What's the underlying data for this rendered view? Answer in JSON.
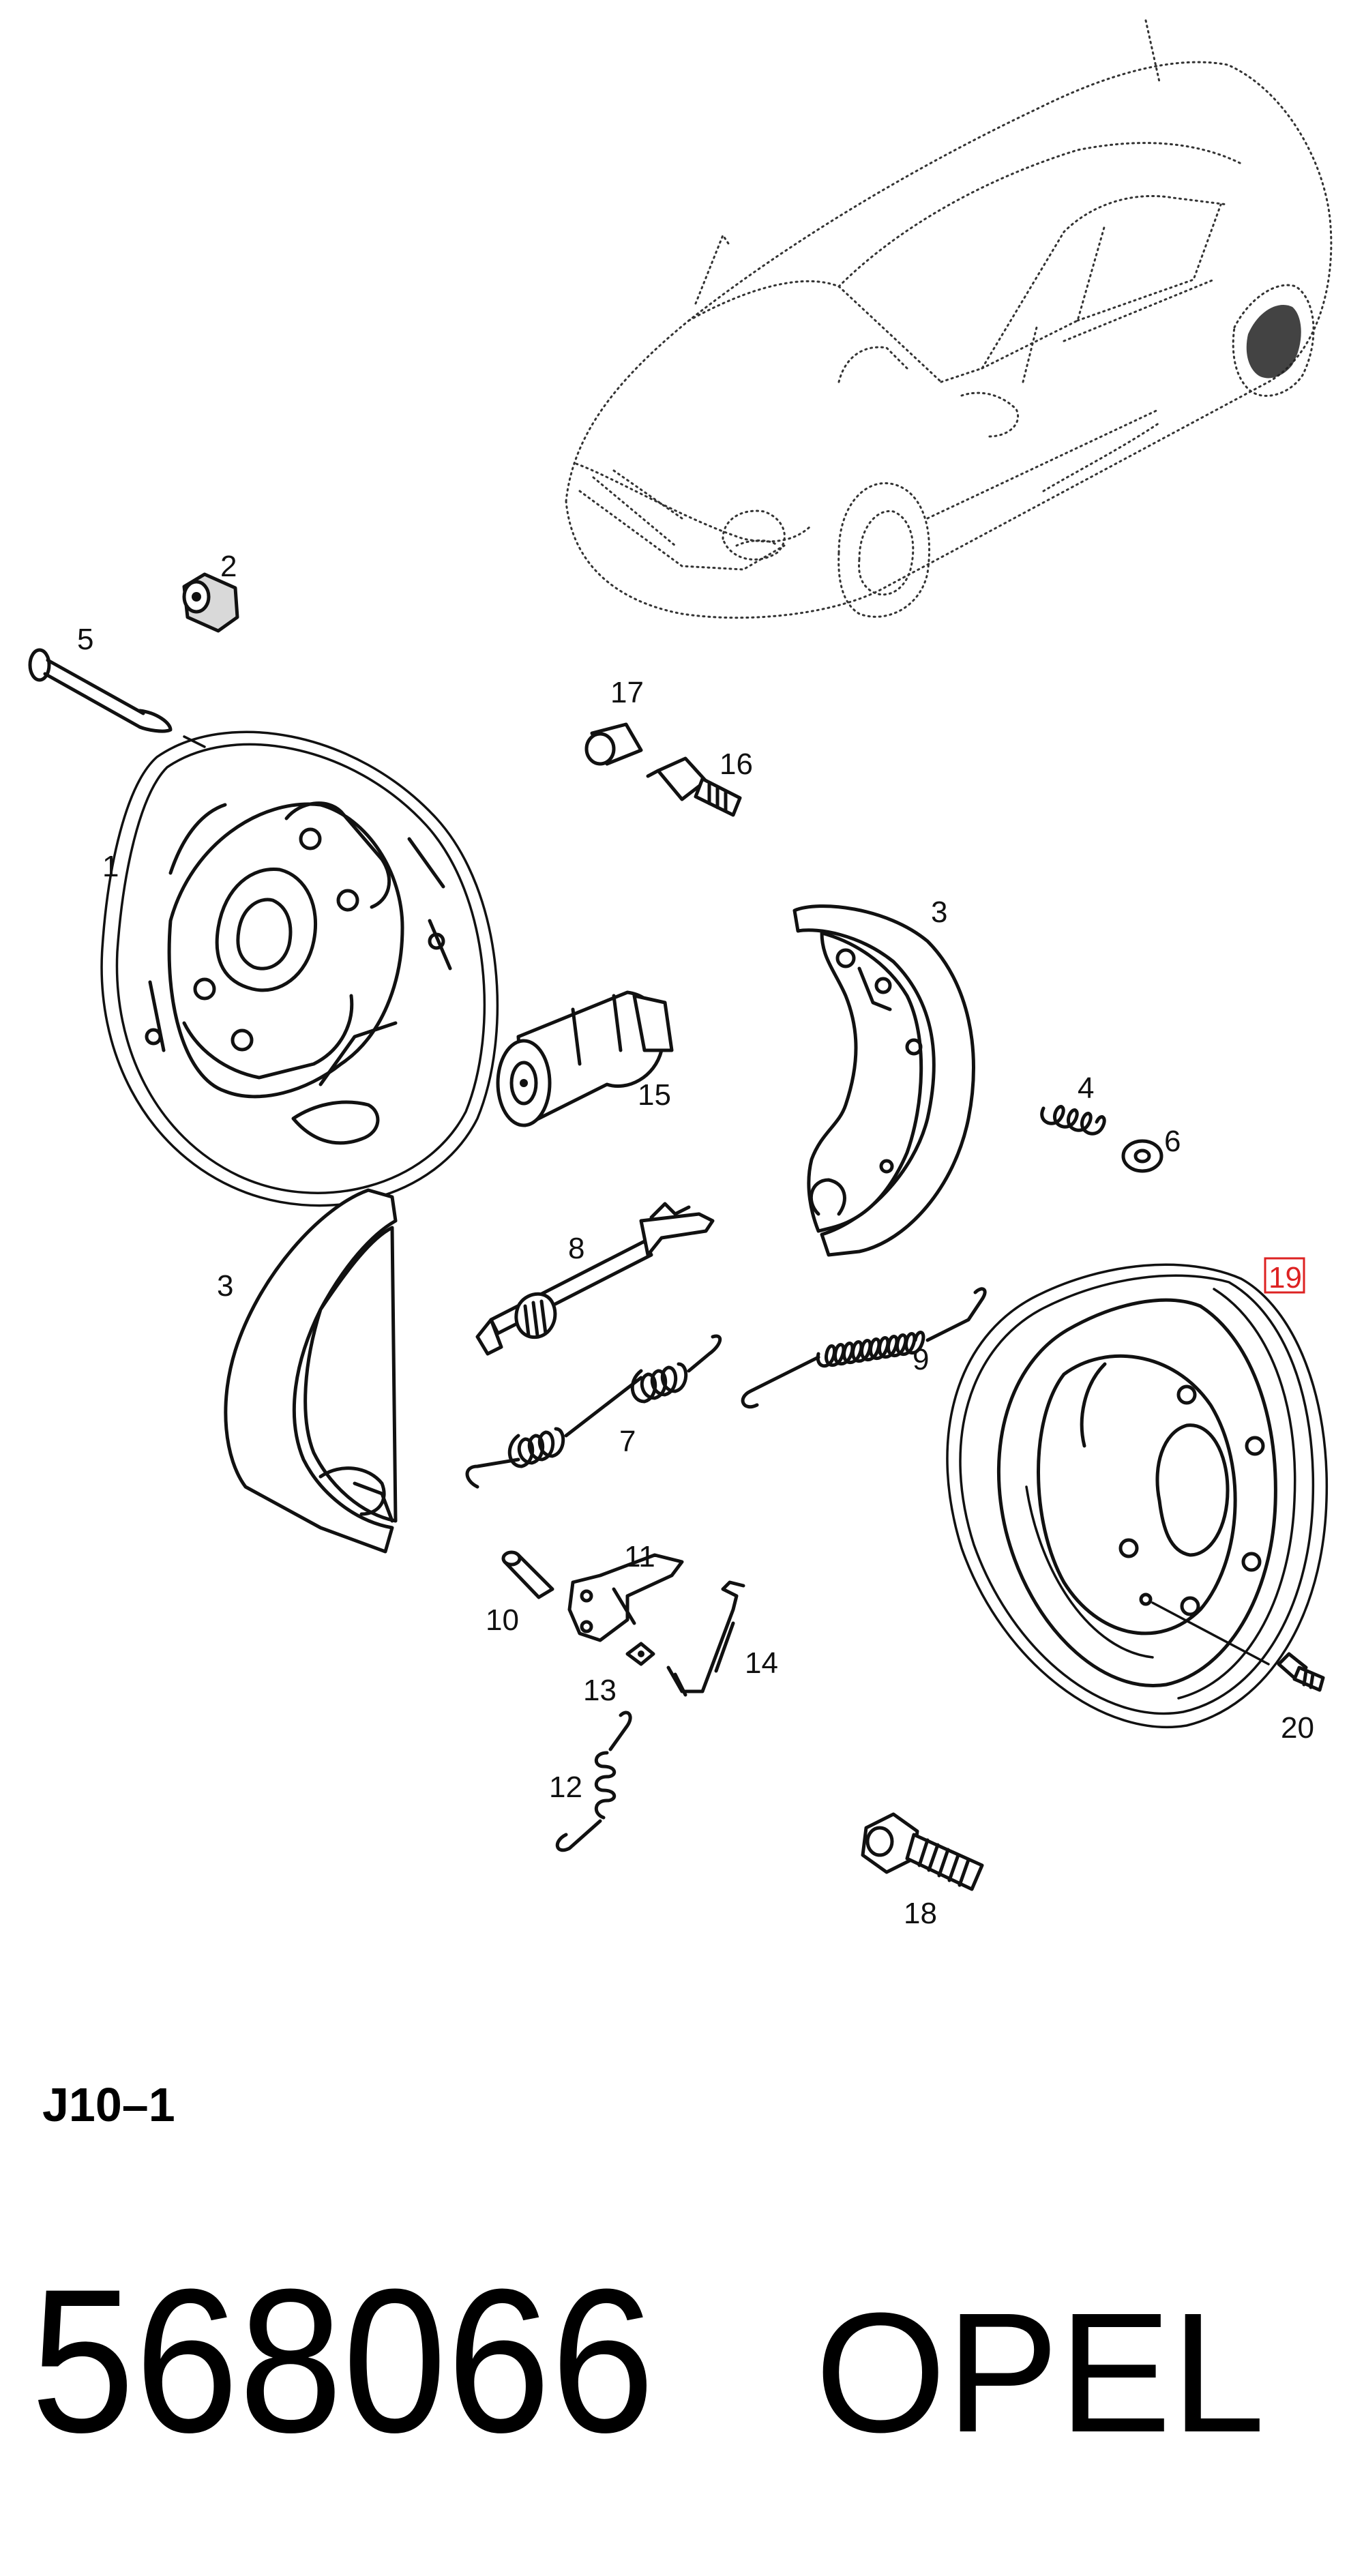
{
  "diagram": {
    "group_code": "J10–1",
    "part_number": "568066",
    "brand": "OPEL",
    "highlight_color": "#dd2222",
    "callouts": {
      "c1": "1",
      "c2": "2",
      "c3a": "3",
      "c3b": "3",
      "c4": "4",
      "c5": "5",
      "c6": "6",
      "c7": "7",
      "c8": "8",
      "c9": "9",
      "c10": "10",
      "c11": "11",
      "c12": "12",
      "c13": "13",
      "c14": "14",
      "c15": "15",
      "c16": "16",
      "c17": "17",
      "c18": "18",
      "c19": "19",
      "c20": "20"
    }
  }
}
